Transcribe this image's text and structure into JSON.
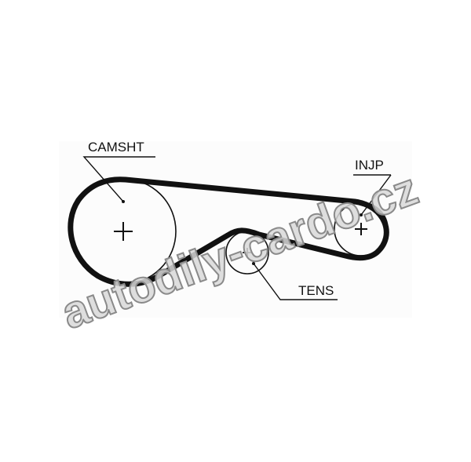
{
  "labels": {
    "camshaft": "CAMSHT",
    "injection_pump": "INJP",
    "tensioner": "TENS"
  },
  "watermark": "autodily-cardo.cz",
  "colors": {
    "belt": "#111111",
    "watermark": "#8a8a8a"
  }
}
